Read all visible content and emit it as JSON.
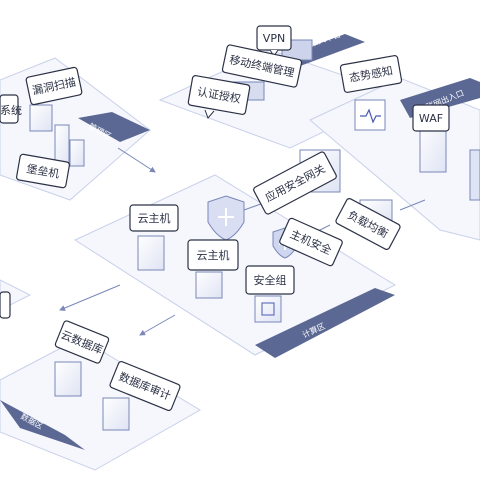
{
  "zones": {
    "mgmt": "管理区",
    "compute": "计算区",
    "data": "数据区",
    "security_access": "安全接入平台",
    "internet": "互联网出入口"
  },
  "nodes": {
    "vpn": "VPN",
    "mobile_mgmt": "移动终端管理",
    "auth": "认证授权",
    "situation": "态势感知",
    "waf": "WAF",
    "xitong": "系统",
    "vuln_scan": "漏洞扫描",
    "bastion": "堡垒机",
    "app_gateway": "应用安全网关",
    "load_balance": "负载均衡",
    "host_security": "主机安全",
    "cloud_host_1": "云主机",
    "cloud_host_2": "云主机",
    "security_group": "安全组",
    "database": "云数据库",
    "db_audit": "数据库审计"
  },
  "colors": {
    "zone_fill": "#f5f7fd",
    "zone_edge": "#c9d1ea",
    "band": "#5b6894",
    "accent": "#4a5bb3",
    "line": "#7a87b8"
  }
}
